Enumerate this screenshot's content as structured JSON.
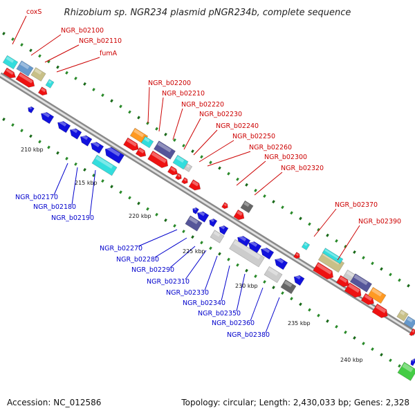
{
  "title": "Rhizobium sp. NGR234 plasmid pNGR234b, complete sequence",
  "footer": {
    "accession": "Accession: NC_012586",
    "topology": "Topology: circular; Length: 2,430,033 bp; Genes: 2,328"
  },
  "scale_ticks": [
    "210 kbp",
    "215 kbp",
    "220 kbp",
    "225 kbp",
    "230 kbp",
    "235 kbp",
    "240 kbp"
  ],
  "gene_labels_top": [
    "coxS",
    "NGR_b02100",
    "NGR_b02110",
    "fumA",
    "NGR_b02200",
    "NGR_b02210",
    "NGR_b02220",
    "NGR_b02230",
    "NGR_b02240",
    "NGR_b02250",
    "NGR_b02260",
    "NGR_b02300",
    "NGR_b02320",
    "NGR_b02370",
    "NGR_b02390"
  ],
  "gene_labels_bottom": [
    "NGR_b02170",
    "NGR_b02180",
    "NGR_b02190",
    "NGR_b02270",
    "NGR_b02280",
    "NGR_b02290",
    "NGR_b02310",
    "NGR_b02330",
    "NGR_b02340",
    "NGR_b02350",
    "NGR_b02360",
    "NGR_b02380"
  ],
  "colors": {
    "forward_cds": "#ee1111",
    "reverse_cds": "#1111dd",
    "backbone": "#8a8a8a",
    "gc_skew": "#2a8a2a",
    "cyan": "#33dddd",
    "steel": "#6699cc",
    "khaki": "#c8c088",
    "orange": "#ff9922",
    "slate": "#555599",
    "grey": "#cccccc",
    "dark_grey": "#666666",
    "green": "#44cc44"
  }
}
